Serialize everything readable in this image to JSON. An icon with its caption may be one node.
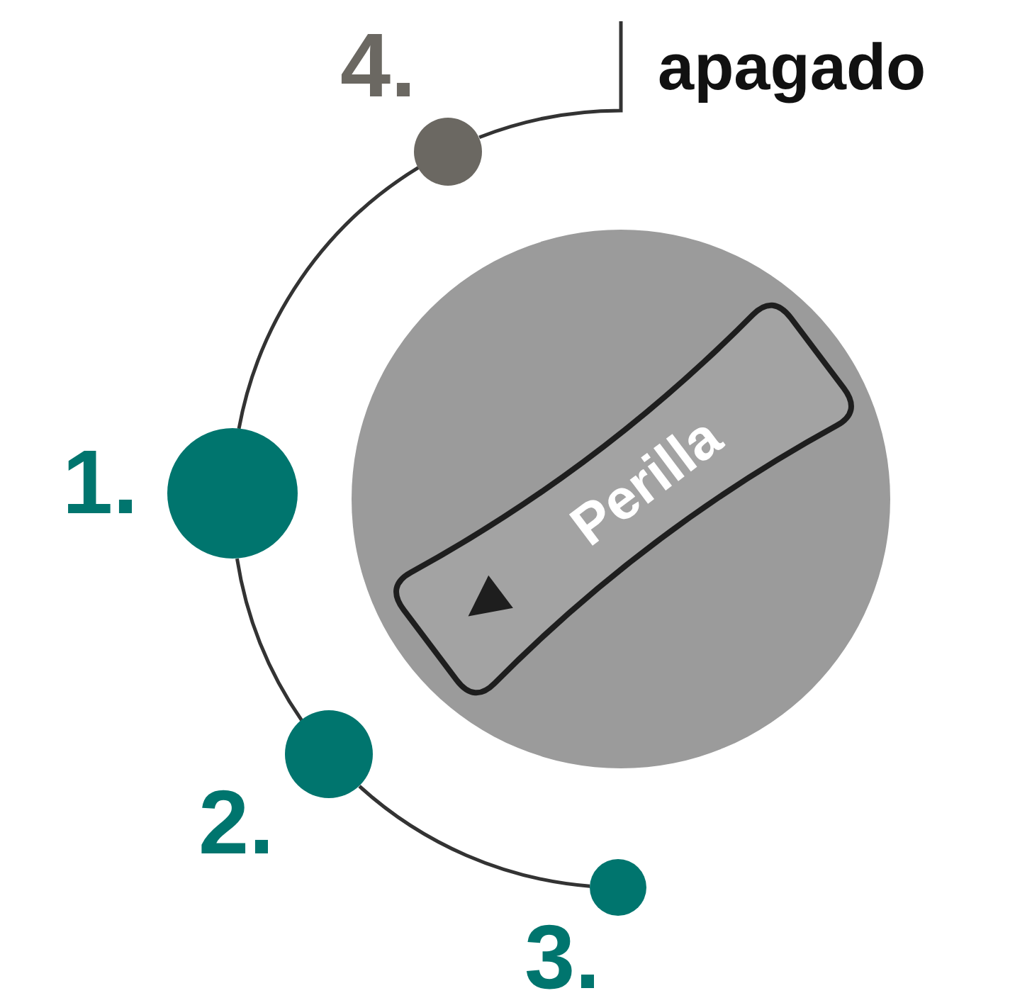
{
  "diagram": {
    "nodes": [
      {
        "text": [],
        "shape": "circle",
        "beside": [
          "4."
        ]
      },
      {
        "text": [
          "apagado"
        ]
      },
      {
        "text": [],
        "shape": "circle"
      },
      {
        "text": [
          "Perilla"
        ],
        "in": 2
      },
      {
        "text": [],
        "shape": "circle",
        "beside": [
          "1."
        ]
      },
      {
        "text": [],
        "shape": "circle",
        "beside": [
          "2."
        ]
      },
      {
        "text": [],
        "shape": "circle",
        "beside": [
          "3."
        ]
      }
    ],
    "edges": [
      {
        "from": 0,
        "to": 1,
        "arrow": "none"
      },
      {
        "from": 0,
        "to": 4,
        "arrow": "none"
      },
      {
        "from": 4,
        "to": 5,
        "arrow": "none"
      },
      {
        "from": 5,
        "to": 6,
        "arrow": "none"
      }
    ]
  }
}
